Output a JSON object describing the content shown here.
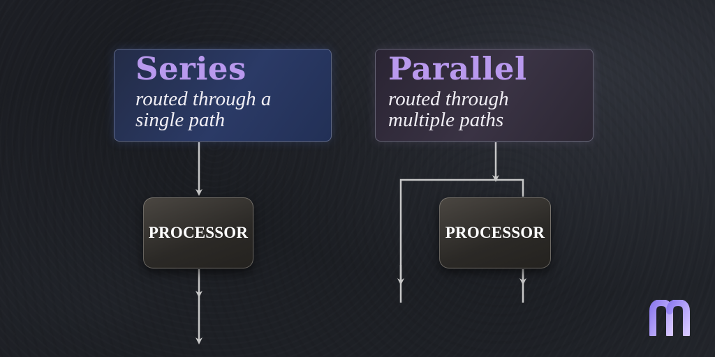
{
  "series": {
    "title": "Series",
    "subtitle": "routed through a single path",
    "processor_label": "PROCESSOR"
  },
  "parallel": {
    "title": "Parallel",
    "subtitle": "routed through multiple paths",
    "processor_label": "PROCESSOR"
  },
  "colors": {
    "title_accent": "#b999ee",
    "connector": "#c8c8c8",
    "logo_gradient_start": "#8f7df0",
    "logo_gradient_end": "#d6c6ff"
  },
  "logo": {
    "icon": "brand-logo-icon"
  }
}
